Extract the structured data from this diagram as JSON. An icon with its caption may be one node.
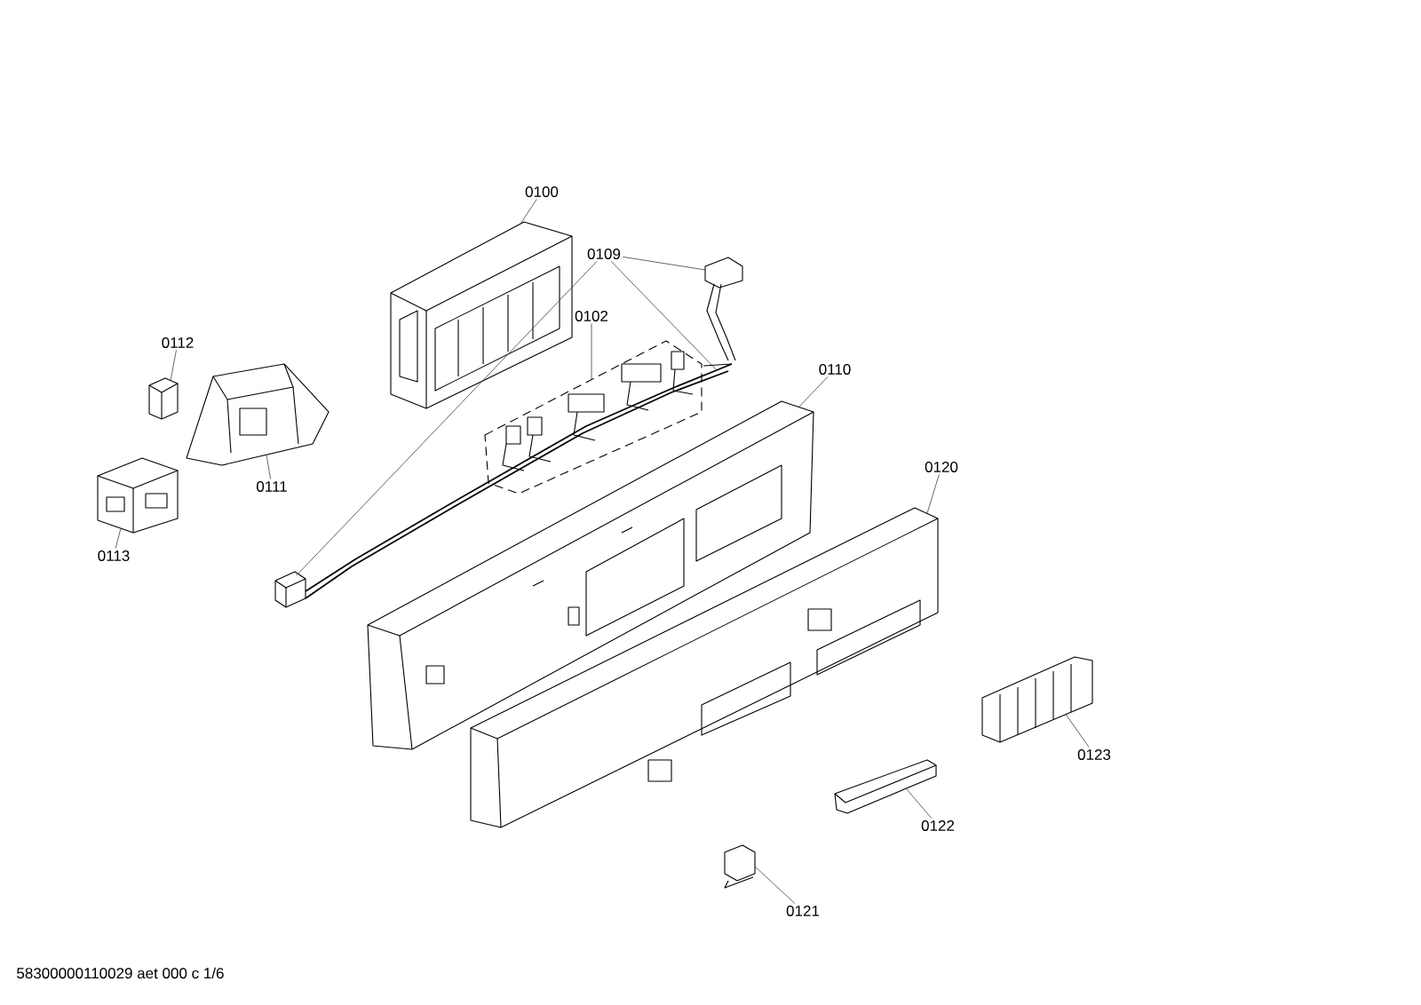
{
  "diagram": {
    "nodes": [
      {
        "text": [
          "0100"
        ]
      },
      {
        "text": [],
        "shape": "picture"
      },
      {
        "text": [
          "0109"
        ]
      },
      {
        "text": [],
        "shape": "picture"
      },
      {
        "text": [],
        "shape": "picture"
      },
      {
        "text": [],
        "shape": "picture"
      },
      {
        "text": [
          "0102"
        ]
      },
      {
        "text": [],
        "shape": "picture"
      },
      {
        "text": [
          "0112"
        ]
      },
      {
        "text": [],
        "shape": "picture"
      },
      {
        "text": [
          "0110"
        ]
      },
      {
        "text": [],
        "shape": "picture"
      },
      {
        "text": [
          "0111"
        ]
      },
      {
        "text": [],
        "shape": "picture"
      },
      {
        "text": [
          "0113"
        ]
      },
      {
        "text": [],
        "shape": "picture"
      },
      {
        "text": [
          "0120"
        ]
      },
      {
        "text": [],
        "shape": "picture"
      },
      {
        "text": [
          "0123"
        ]
      },
      {
        "text": [],
        "shape": "picture"
      },
      {
        "text": [
          "0122"
        ]
      },
      {
        "text": [],
        "shape": "picture"
      },
      {
        "text": [
          "0121"
        ]
      },
      {
        "text": [],
        "shape": "picture"
      }
    ],
    "edges": [
      {
        "from": 0,
        "to": 1,
        "arrow": "none"
      },
      {
        "from": 2,
        "to": 3,
        "arrow": "none"
      },
      {
        "from": 2,
        "to": 4,
        "arrow": "none"
      },
      {
        "from": 2,
        "to": 5,
        "arrow": "none"
      },
      {
        "from": 6,
        "to": 7,
        "arrow": "none"
      },
      {
        "from": 8,
        "to": 9,
        "arrow": "none"
      },
      {
        "from": 10,
        "to": 11,
        "arrow": "none"
      },
      {
        "from": 12,
        "to": 13,
        "arrow": "none"
      },
      {
        "from": 14,
        "to": 15,
        "arrow": "none"
      },
      {
        "from": 16,
        "to": 17,
        "arrow": "none"
      },
      {
        "from": 18,
        "to": 19,
        "arrow": "none"
      },
      {
        "from": 20,
        "to": 21,
        "arrow": "none"
      },
      {
        "from": 22,
        "to": 23,
        "arrow": "none"
      }
    ],
    "labels": [
      "58300000110029 aet 000 c 1/6"
    ]
  }
}
